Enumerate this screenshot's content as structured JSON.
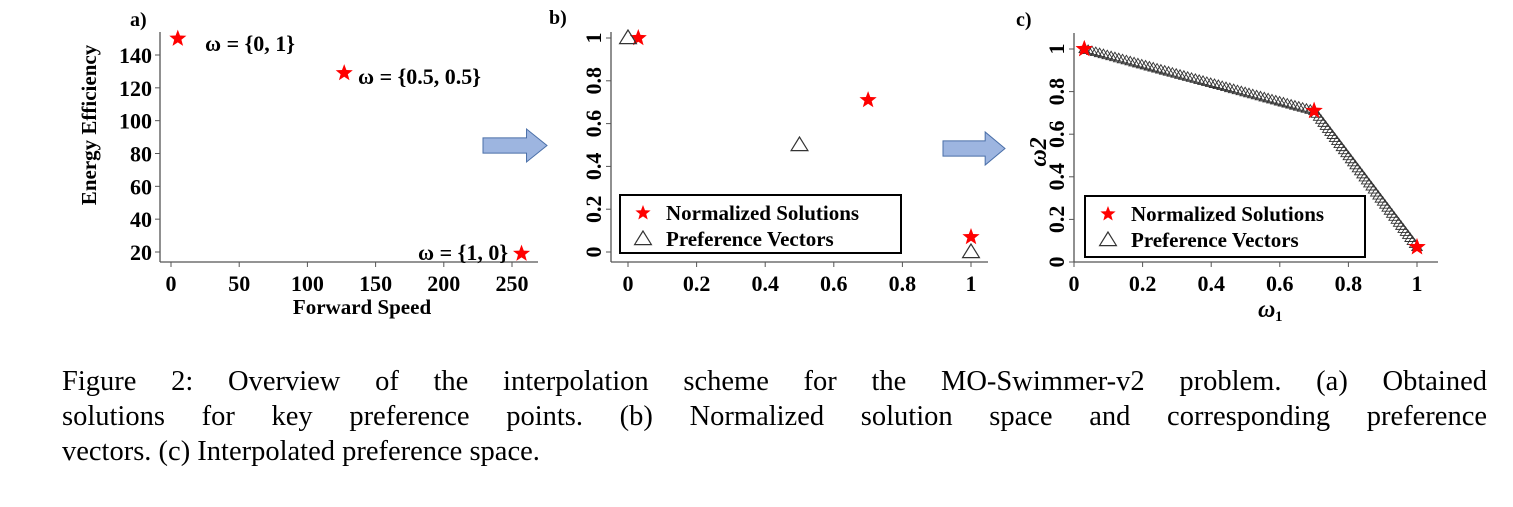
{
  "chart_data": [
    {
      "type": "scatter",
      "panel_label": "a)",
      "xlabel": "Forward Speed",
      "ylabel": "Energy Efficiency",
      "xlim": [
        -8,
        270
      ],
      "ylim": [
        13,
        160
      ],
      "xticks": [
        0,
        50,
        100,
        150,
        200,
        250
      ],
      "yticks": [
        20,
        40,
        60,
        80,
        100,
        120,
        140
      ],
      "grid": false,
      "series": [
        {
          "name": "solutions",
          "marker": "star",
          "color": "#ff0000",
          "points": [
            [
              5,
              150
            ],
            [
              127,
              129
            ],
            [
              257,
              19
            ]
          ],
          "annotations": [
            "ω = {0, 1}",
            "ω = {0.5, 0.5}",
            "ω = {1, 0}"
          ]
        }
      ]
    },
    {
      "type": "scatter",
      "panel_label": "b)",
      "xlabel": "",
      "ylabel": "",
      "xlim": [
        -0.05,
        1.05
      ],
      "ylim": [
        -0.05,
        1.05
      ],
      "xticks": [
        0,
        0.2,
        0.4,
        0.6,
        0.8,
        1
      ],
      "yticks": [
        0,
        0.2,
        0.4,
        0.6,
        0.8,
        1
      ],
      "grid": false,
      "legend": {
        "position": "bottom-left",
        "entries": [
          "Normalized Solutions",
          "Preference Vectors"
        ]
      },
      "series": [
        {
          "name": "Normalized Solutions",
          "marker": "star",
          "color": "#ff0000",
          "points": [
            [
              0.03,
              1.0
            ],
            [
              0.7,
              0.71
            ],
            [
              1.0,
              0.07
            ]
          ]
        },
        {
          "name": "Preference Vectors",
          "marker": "triangle",
          "color": "#000000",
          "points": [
            [
              0,
              1
            ],
            [
              0.5,
              0.5
            ],
            [
              1,
              0
            ]
          ]
        }
      ]
    },
    {
      "type": "scatter",
      "panel_label": "c)",
      "xlabel": "ω1",
      "ylabel": "ω2",
      "xlim": [
        0,
        1.06
      ],
      "ylim": [
        0,
        1.07
      ],
      "xticks": [
        0,
        0.2,
        0.4,
        0.6,
        0.8,
        1
      ],
      "yticks": [
        0,
        0.2,
        0.4,
        0.6,
        0.8,
        1
      ],
      "grid": false,
      "legend": {
        "position": "bottom-left",
        "entries": [
          "Normalized Solutions",
          "Preference Vectors"
        ]
      },
      "series": [
        {
          "name": "Normalized Solutions",
          "marker": "star",
          "color": "#ff0000",
          "points": [
            [
              0.03,
              1.0
            ],
            [
              0.7,
              0.71
            ],
            [
              1.0,
              0.07
            ]
          ]
        },
        {
          "name": "Preference Vectors",
          "marker": "triangle",
          "color": "#000000",
          "interpolated_between": [
            [
              0.03,
              1.0
            ],
            [
              0.7,
              0.71
            ],
            [
              1.0,
              0.07
            ]
          ],
          "count_per_segment": [
            60,
            45
          ]
        }
      ]
    }
  ],
  "arrow_color": "#9db5e0",
  "caption": {
    "lines": [
      "Figure 2: Overview of the interpolation scheme for the MO-Swimmer-v2 problem. (a) Obtained",
      "solutions for key preference points. (b) Normalized solution space and corresponding preference",
      "vectors. (c) Interpolated preference space."
    ]
  }
}
